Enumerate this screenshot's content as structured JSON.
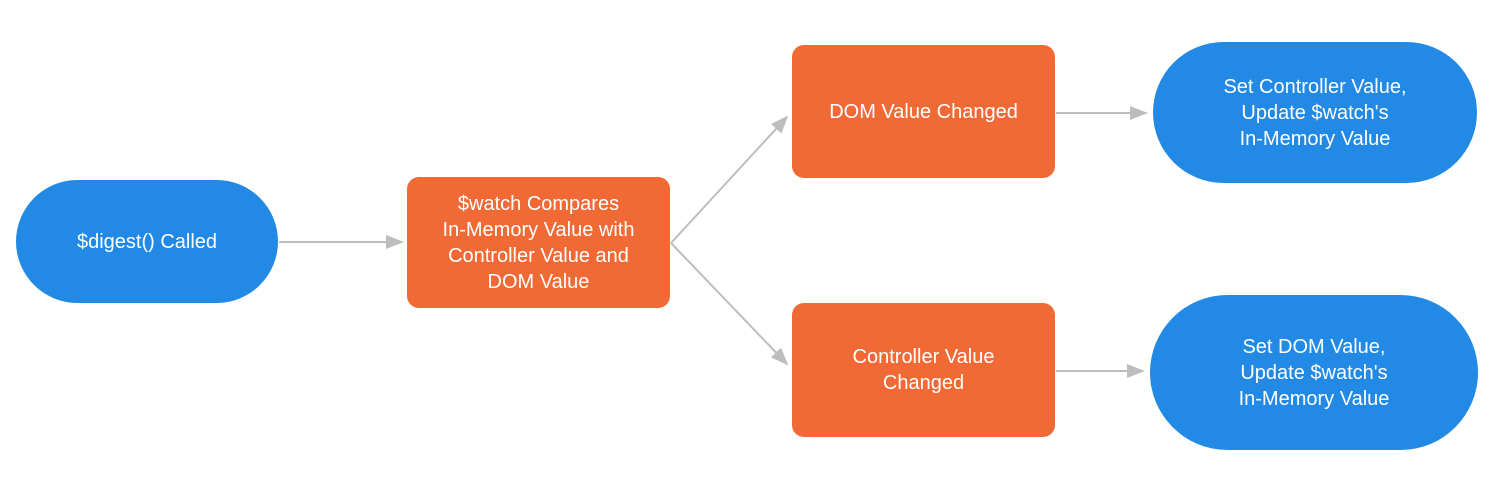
{
  "diagram": {
    "type": "flowchart",
    "background": "#FFFFFF"
  },
  "nodes": {
    "digest_called": {
      "label": "$digest() Called",
      "shape": "terminator",
      "fill": "#2289E4",
      "text_color": "#FFFFFF"
    },
    "watch_compares": {
      "label": "$watch Compares\nIn-Memory Value with\nController Value and\nDOM Value",
      "shape": "process",
      "fill": "#F16A35",
      "text_color": "#FFFFFF"
    },
    "dom_value_changed": {
      "label": "DOM Value Changed",
      "shape": "process",
      "fill": "#F16A35",
      "text_color": "#FFFFFF"
    },
    "controller_value_changed": {
      "label": "Controller Value\nChanged",
      "shape": "process",
      "fill": "#F16A35",
      "text_color": "#FFFFFF"
    },
    "set_controller_value": {
      "label": "Set Controller Value,\nUpdate $watch's\nIn-Memory Value",
      "shape": "terminator",
      "fill": "#2289E4",
      "text_color": "#FFFFFF"
    },
    "set_dom_value": {
      "label": "Set DOM Value,\nUpdate $watch's\nIn-Memory Value",
      "shape": "terminator",
      "fill": "#2289E4",
      "text_color": "#FFFFFF"
    }
  },
  "edges": [
    {
      "from": "digest_called",
      "to": "watch_compares"
    },
    {
      "from": "watch_compares",
      "to": "dom_value_changed"
    },
    {
      "from": "watch_compares",
      "to": "controller_value_changed"
    },
    {
      "from": "dom_value_changed",
      "to": "set_controller_value"
    },
    {
      "from": "controller_value_changed",
      "to": "set_dom_value"
    }
  ],
  "colors": {
    "terminator_fill": "#2289E4",
    "process_fill": "#F16A35",
    "arrow": "#BDBDBD",
    "text": "#FFFFFF",
    "background": "#FFFFFF"
  }
}
